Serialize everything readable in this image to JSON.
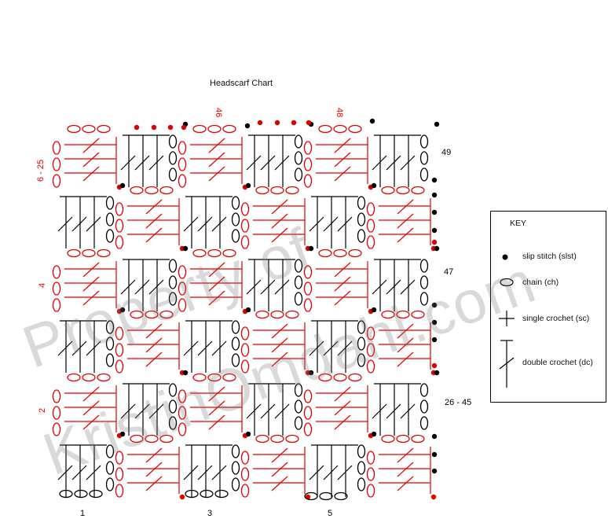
{
  "title": "Headscarf Chart",
  "row_labels": {
    "left_6_25": "6 - 25",
    "left_4": "4",
    "left_2": "2",
    "top_46": "46",
    "top_48": "48",
    "right_49": "49",
    "right_47": "47",
    "right_26_45": "26 - 45",
    "bottom_1": "1",
    "bottom_3": "3",
    "bottom_5": "5"
  },
  "key": {
    "heading": "KEY",
    "items": [
      {
        "symbol": "slip-stitch-icon",
        "label": "slip stitch (slst)"
      },
      {
        "symbol": "chain-icon",
        "label": "chain (ch)"
      },
      {
        "symbol": "single-crochet-icon",
        "label": "single crochet (sc)"
      },
      {
        "symbol": "double-crochet-icon",
        "label": "double crochet (dc)"
      }
    ]
  },
  "watermark": {
    "line1": "Property of",
    "line2": "KristinOmdahl.com"
  },
  "colors": {
    "odd_row": "#000000",
    "even_row": "#e00000"
  }
}
